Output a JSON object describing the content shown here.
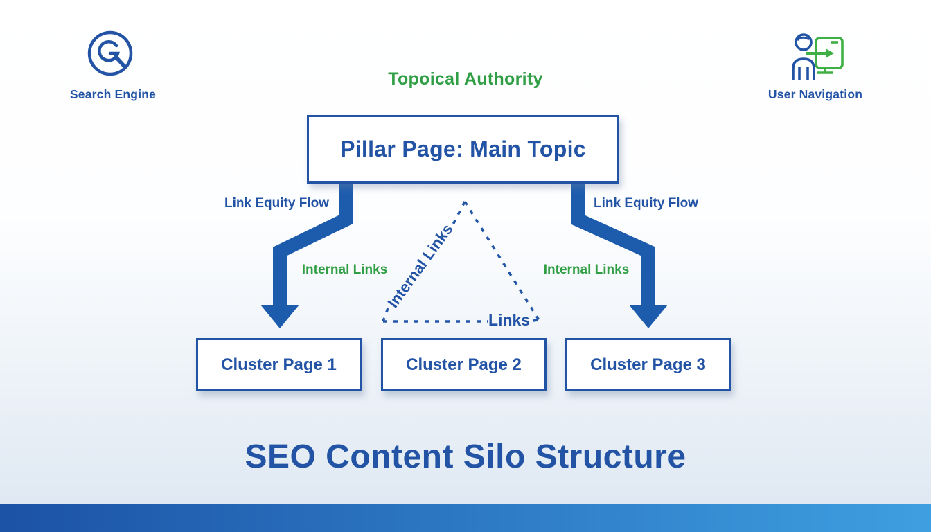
{
  "header": {
    "search_engine_label": "Search Engine",
    "topical_authority_label": "Topoical Authority",
    "user_navigation_label": "User Navigation"
  },
  "diagram": {
    "pillar_label": "Pillar Page: Main Topic",
    "link_equity_left": "Link Equity Flow",
    "link_equity_right": "Link Equity Flow",
    "internal_links_left": "Internal Links",
    "internal_links_right": "Internal Links",
    "internal_links_edge": "Internal Links",
    "links_label": "Links",
    "clusters": [
      {
        "label": "Cluster Page 1"
      },
      {
        "label": "Cluster Page 2"
      },
      {
        "label": "Cluster Page 3"
      }
    ]
  },
  "footer": {
    "title": "SEO Content Silo Structure"
  },
  "colors": {
    "blue": "#2253a4",
    "arrow_blue": "#1d5cad",
    "green": "#2f9e44",
    "icon_green": "#3fb045",
    "leaf_green": "#9acd4a",
    "bar_start": "#1c52a6",
    "bar_end": "#3e9fe0",
    "bg_bottom": "#dde7f2"
  }
}
